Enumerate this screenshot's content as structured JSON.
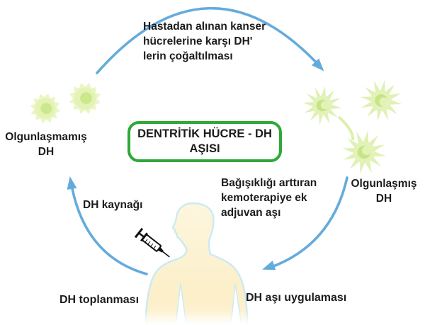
{
  "diagram": {
    "title": "DENTRİTİK HÜCRE - DH\nAŞISI",
    "labels": {
      "top_process": "Hastadan alınan kanser\nhücrelerine karşı DH'\nlerin çoğaltılması",
      "immature_dc": "Olgunlaşmamış\nDH",
      "mature_dc": "Olgunlaşmış\nDH",
      "adjuvant": "Bağışıklığı arttıran\nkemoterapiye ek\nadjuvan aşı",
      "dc_source": "DH kaynağı",
      "dc_collection": "DH toplanması",
      "dc_vaccination": "DH aşı uygulaması"
    },
    "colors": {
      "arrow_blue": "#64abdc",
      "box_border_green": "#2fa838",
      "cell_body_green": "#dff2b4",
      "cell_nucleus_green": "#c6e584",
      "body_fill_cream": "#fdf3d4",
      "body_outline_blue": "#cdeaf2",
      "text_black": "#1c1c1c"
    },
    "icons": {
      "syringe": "syringe-icon",
      "immature_cells": "immature-cell-icon",
      "mature_cells": "mature-cell-icon",
      "human": "human-figure"
    }
  }
}
